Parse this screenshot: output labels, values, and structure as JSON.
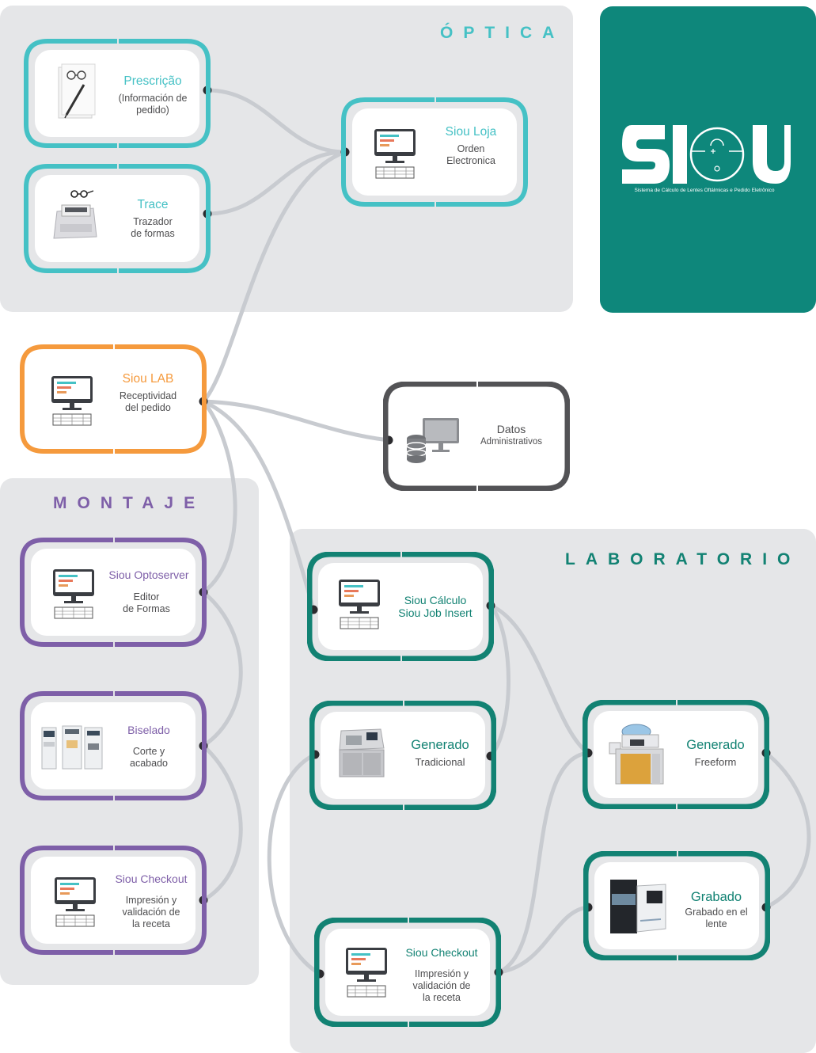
{
  "colors": {
    "teal": "#45c1c5",
    "dark_teal": "#128273",
    "orange": "#f59a3d",
    "purple": "#7e5fa8",
    "gray": "#535356",
    "panel": "#e5e6e8",
    "connector": "#c8cbd0",
    "logo_bg": "#0e877b"
  },
  "sections": {
    "optica": "ÓPTICA",
    "montaje": "MONTAJE",
    "laboratorio": "LABORATORIO"
  },
  "logo": {
    "wordmark": "SIOU",
    "tagline": "Sistema de Cálculo de Lentes Oftálmicas e Pedido Eletrônico"
  },
  "nodes": {
    "prescricao": {
      "title": "Prescrição",
      "subtitle": "(Información de\npedido)",
      "icon": "prescription-glasses-pen-icon"
    },
    "trace": {
      "title": "Trace",
      "subtitle": "Trazador\nde formas",
      "icon": "tracer-machine-icon"
    },
    "siou_loja": {
      "title": "Siou Loja",
      "subtitle": "Orden\nElectronica",
      "icon": "computer-icon"
    },
    "siou_lab": {
      "title": "Siou LAB",
      "subtitle": "Receptividad\ndel pedido",
      "icon": "computer-icon"
    },
    "datos": {
      "title": "Datos",
      "subtitle": "Administrativos",
      "icon": "database-computer-icon"
    },
    "siou_optoserver": {
      "title": "Siou Optoserver",
      "subtitle": "Editor\nde Formas",
      "icon": "computer-icon"
    },
    "biselado": {
      "title": "Biselado",
      "subtitle": "Corte y\nacabado",
      "icon": "edger-machine-icon"
    },
    "siou_checkout_montaje": {
      "title": "Siou Checkout",
      "subtitle": "Impresión y\nvalidación de\nla receta",
      "icon": "computer-icon"
    },
    "siou_calculo": {
      "title": "Siou Cálculo\nSiou Job Insert",
      "icon": "computer-icon"
    },
    "generado_tradicional": {
      "title": "Generado",
      "subtitle": "Tradicional",
      "icon": "generator-machine-icon"
    },
    "generado_freeform": {
      "title": "Generado",
      "subtitle": "Freeform",
      "icon": "freeform-machine-icon"
    },
    "grabado": {
      "title": "Grabado",
      "subtitle": "Grabado en el\nlente",
      "icon": "engraver-machine-icon"
    },
    "siou_checkout_lab": {
      "title": "Siou Checkout",
      "subtitle": "IImpresión y\nvalidación de\nla receta",
      "icon": "computer-icon"
    }
  }
}
